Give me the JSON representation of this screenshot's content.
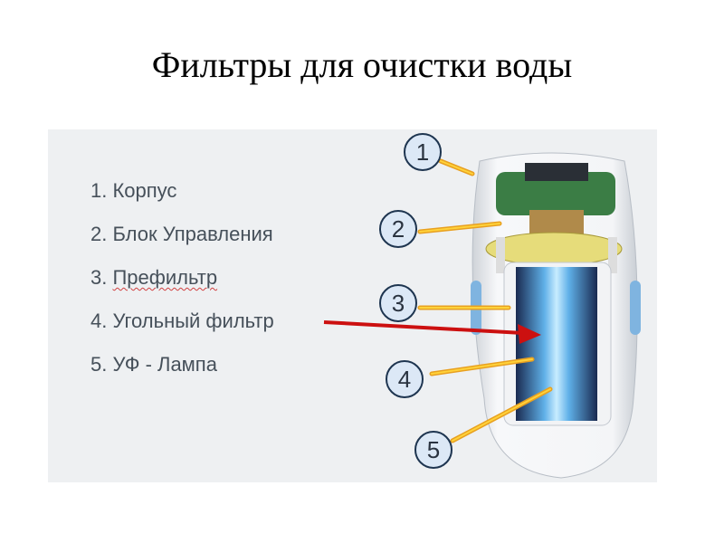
{
  "slide": {
    "title": "Фильтры для очистки воды",
    "items": [
      {
        "number": "1.",
        "label": "Корпус"
      },
      {
        "number": "2.",
        "label": "Блок Управления"
      },
      {
        "number": "3.",
        "label": "Префильтр"
      },
      {
        "number": "4.",
        "label": "Угольный фильтр"
      },
      {
        "number": "5.",
        "label": "УФ - Лампа"
      }
    ],
    "callouts": [
      "1",
      "2",
      "3",
      "4",
      "5"
    ]
  }
}
